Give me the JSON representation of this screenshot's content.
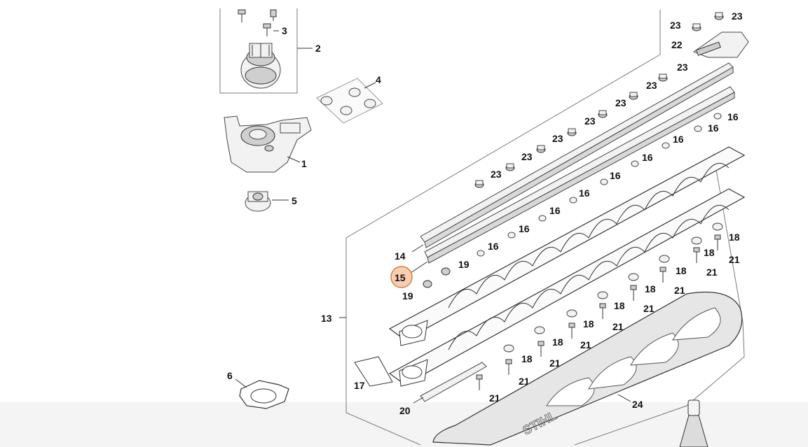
{
  "diagram": {
    "labels": {
      "l1": "1",
      "l2": "2",
      "l3": "3",
      "l4": "4",
      "l5": "5",
      "l6": "6",
      "l13": "13",
      "l14": "14",
      "l15": "15",
      "l16": "16",
      "l17": "17",
      "l18": "18",
      "l19": "19",
      "l20": "20",
      "l21": "21",
      "l22": "22",
      "l23": "23",
      "l24": "24"
    },
    "brand_text": "STIHL",
    "highlight": {
      "label": "15",
      "color": "#f0a870",
      "ring_color": "#e07a30"
    }
  }
}
